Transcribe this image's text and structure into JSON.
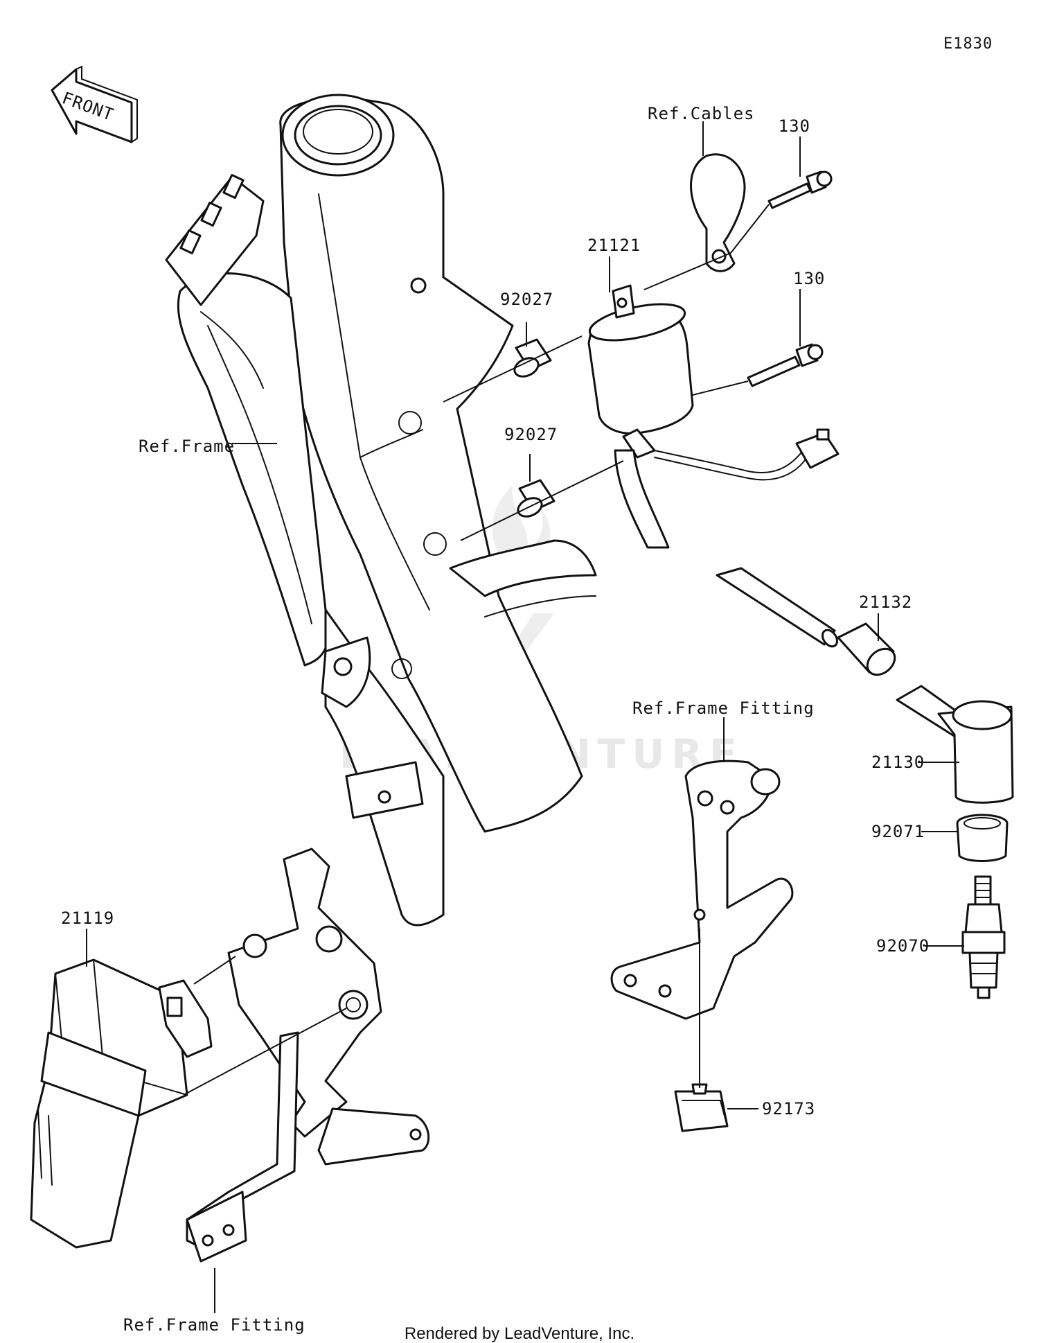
{
  "diagram": {
    "code": "E1830",
    "front_arrow_text": "FRONT",
    "footer": "Rendered by LeadVenture, Inc.",
    "watermark": "LEADVENTURE",
    "callouts": {
      "ref_cables": "Ref.Cables",
      "bolt_upper": "130",
      "coil": "21121",
      "collar_upper": "92027",
      "bolt_lower": "130",
      "collar_lower": "92027",
      "ref_frame": "Ref.Frame",
      "seal": "21132",
      "ref_frame_fitting_right": "Ref.Frame Fitting",
      "cap": "21130",
      "plug_cap_ring": "92071",
      "spark_plug": "92070",
      "cdi_unit": "21119",
      "clip": "92173",
      "ref_frame_fitting_bottom": "Ref.Frame Fitting"
    }
  }
}
